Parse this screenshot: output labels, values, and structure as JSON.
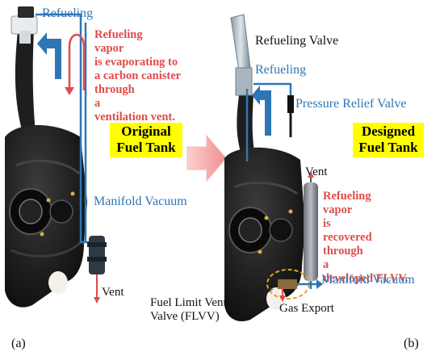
{
  "left": {
    "refueling_label": "Refueling",
    "vapor_note_lines": [
      [
        "Refueling",
        "vapor"
      ],
      [
        "is evaporating to"
      ],
      [
        "a carbon canister"
      ],
      [
        "through",
        "a"
      ],
      [
        "ventilation vent."
      ]
    ],
    "box_lines": [
      "Original",
      "Fuel Tank"
    ],
    "manifold_label": "Manifold Vacuum",
    "vent_label": "Vent",
    "caption": "(a)"
  },
  "right": {
    "refueling_valve_label": "Refueling Valve",
    "refueling_label": "Refueling",
    "pressure_relief_label": "Pressure Relief Valve",
    "box_lines": [
      "Designed",
      "Fuel Tank"
    ],
    "vent_label": "Vent",
    "vapor_note_lines": [
      [
        "Refueling",
        "vapor"
      ],
      [
        "is",
        "recovered"
      ],
      [
        "through",
        "a"
      ],
      [
        "developed FLVV."
      ]
    ],
    "manifold_label": "Manifold Vacuum",
    "flvv_label_lines": [
      "Fuel Limit Vent",
      "Valve  (FLVV)"
    ],
    "gas_export_label": "Gas Export",
    "caption": "(b)"
  },
  "colors": {
    "label_blue": "#2e75b6",
    "note_red": "#e04b4b",
    "box_yellow": "#ffff00",
    "tank_dark": "#1c1c1c",
    "arrow_pink": "#f4a3a3",
    "callout_orange": "#e8a020"
  }
}
